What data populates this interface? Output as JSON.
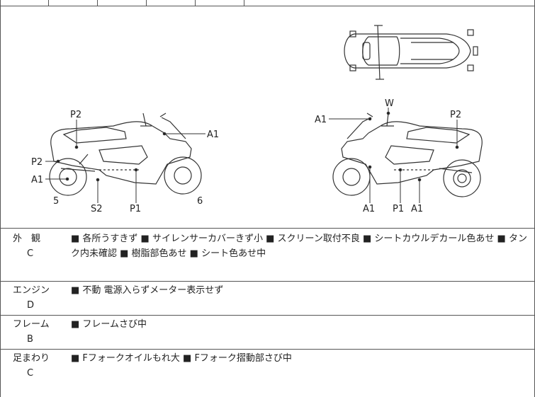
{
  "diagram": {
    "labels": {
      "left_p2_top": "P2",
      "left_p2_side": "P2",
      "left_a1_side": "A1",
      "left_a1_right": "A1",
      "left_5": "5",
      "left_s2": "S2",
      "left_p1": "P1",
      "left_6": "6",
      "right_a1_left": "A1",
      "right_w": "W",
      "right_p2": "P2",
      "right_a1_bottom_1": "A1",
      "right_p1": "P1",
      "right_a1_bottom_2": "A1"
    }
  },
  "rows": [
    {
      "label": "外　観",
      "grade": "C",
      "text": "■ 各所うすきず ■ サイレンサーカバーきず小 ■ スクリーン取付不良 ■ シートカウルデカール色あせ ■ タンク内未確認 ■ 樹脂部色あせ ■ シート色あせ中"
    },
    {
      "label": "エンジン",
      "grade": "D",
      "text": "■ 不動 電源入らずメーター表示せず"
    },
    {
      "label": "フレーム",
      "grade": "B",
      "text": "■ フレームさび中"
    },
    {
      "label": "足まわり",
      "grade": "C",
      "text": "■ Fフォークオイルもれ大 ■ Fフォーク摺動部さび中"
    }
  ]
}
